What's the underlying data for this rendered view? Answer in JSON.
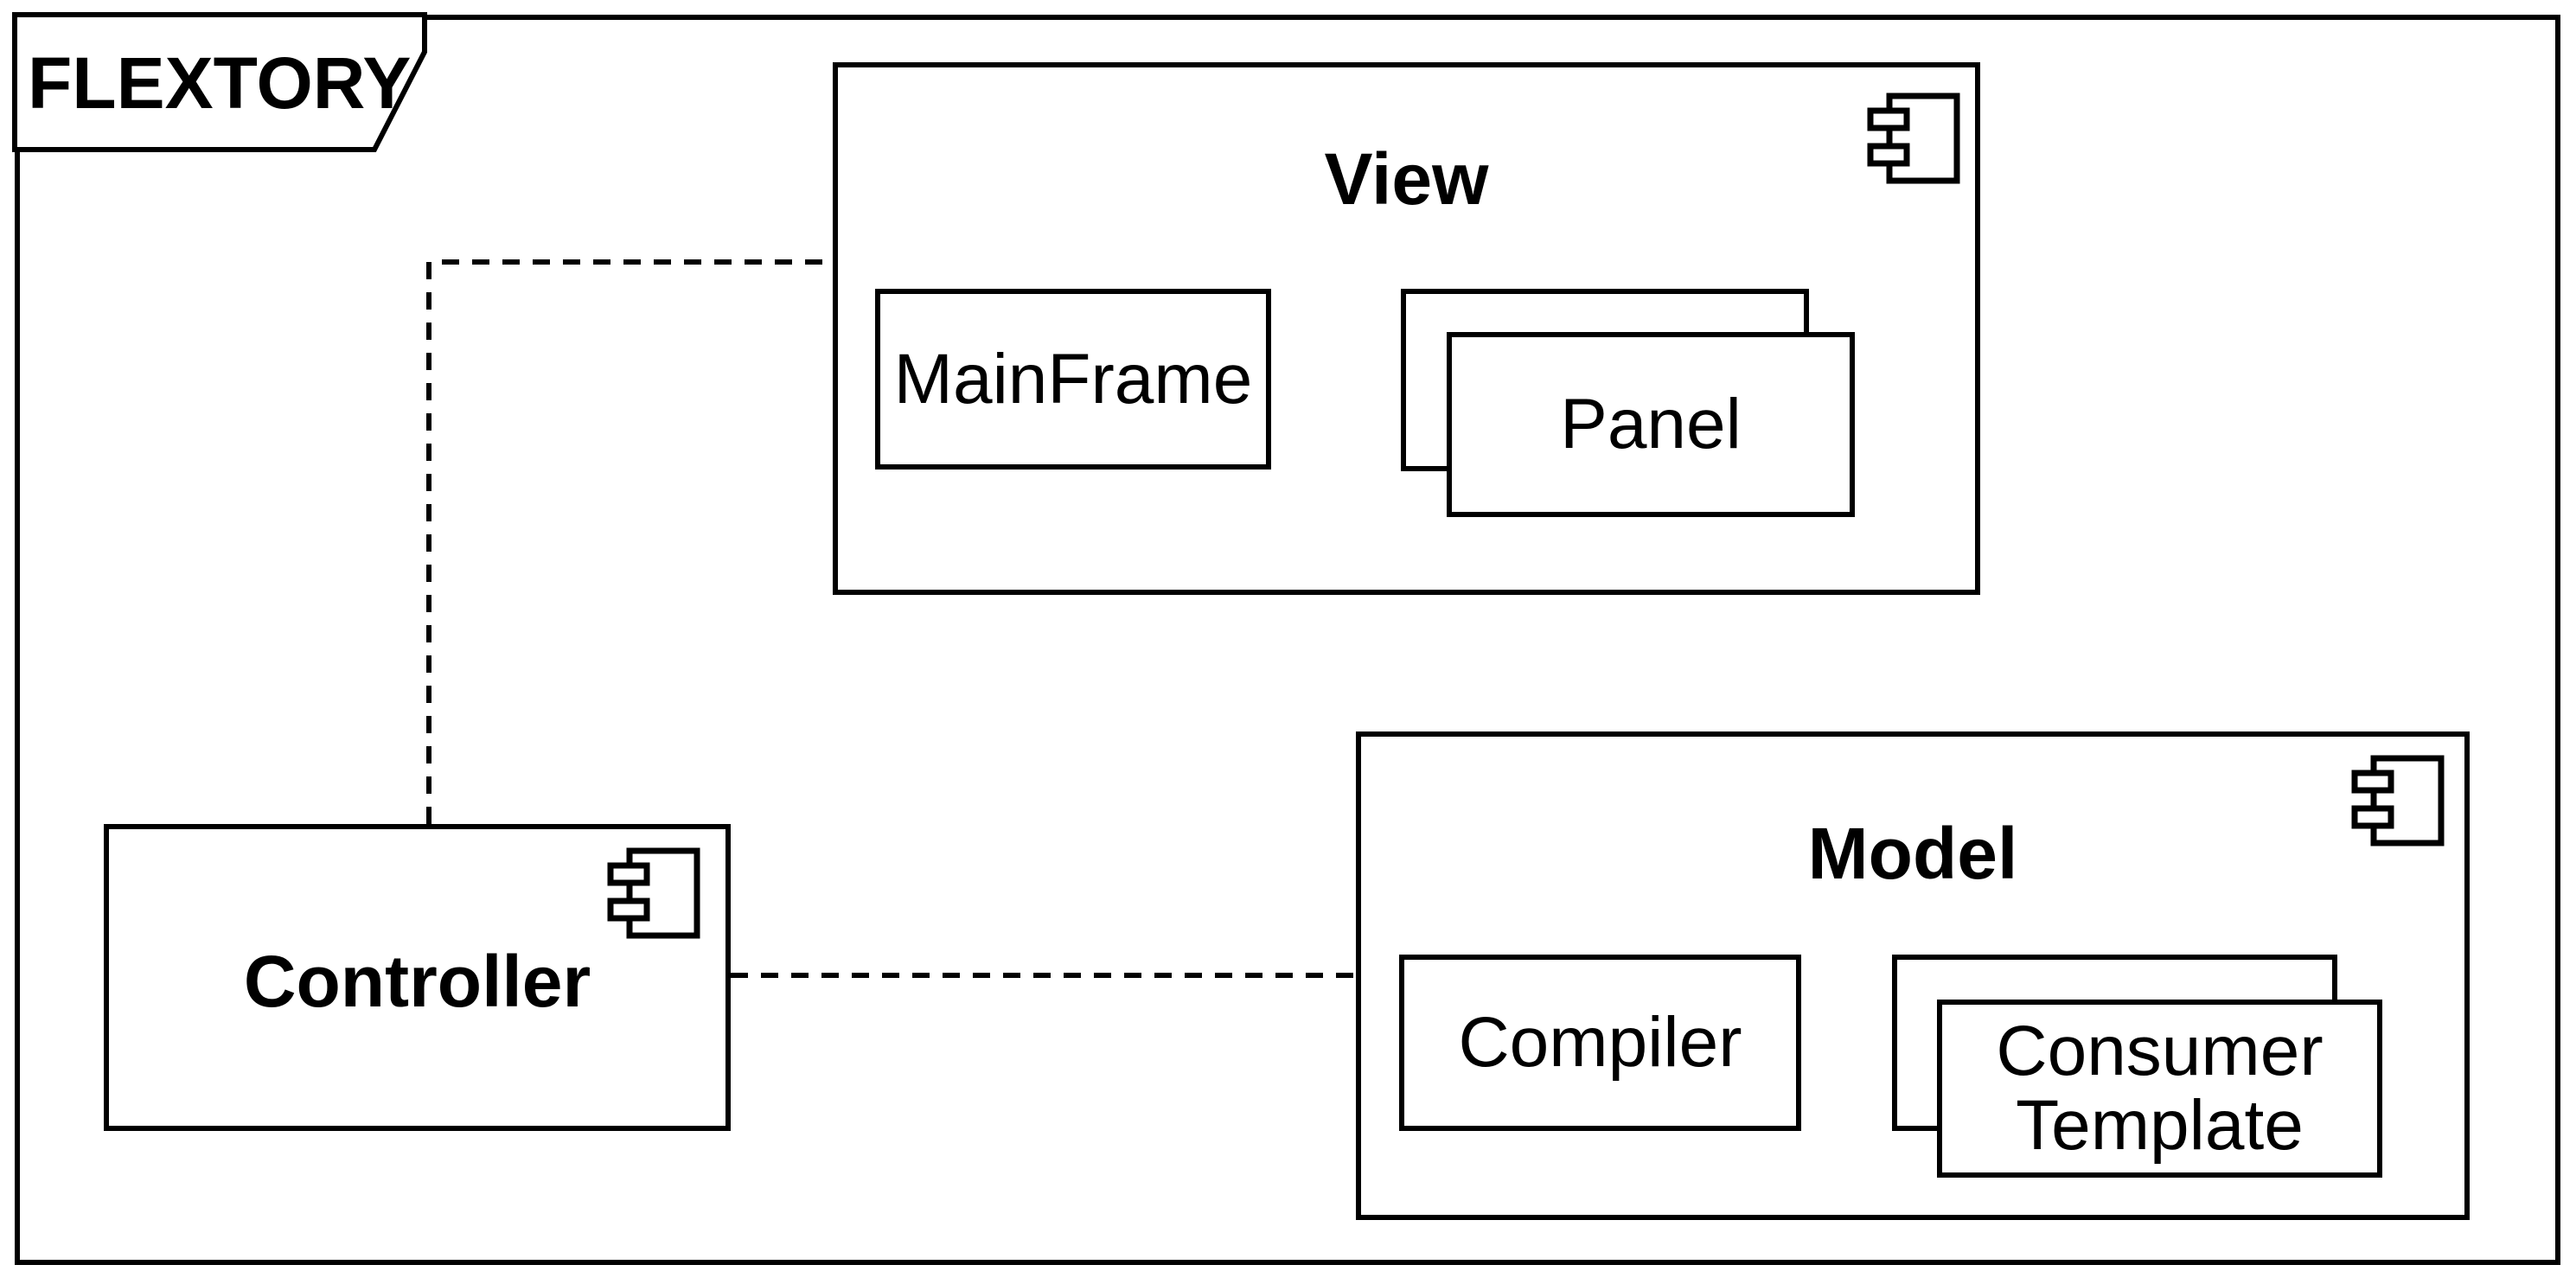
{
  "frame": {
    "label": "FLEXTORY"
  },
  "colors": {
    "stroke": "#000000",
    "background": "#ffffff"
  },
  "components": {
    "view": {
      "title": "View",
      "children": {
        "mainframe": {
          "label": "MainFrame"
        },
        "panel": {
          "label": "Panel",
          "stacked": true
        }
      }
    },
    "controller": {
      "title": "Controller"
    },
    "model": {
      "title": "Model",
      "children": {
        "compiler": {
          "label": "Compiler"
        },
        "consumer_template": {
          "label": "Consumer Template",
          "stacked": true
        }
      }
    }
  },
  "connectors": [
    {
      "from": "Controller",
      "to": "View",
      "style": "dashed"
    },
    {
      "from": "Controller",
      "to": "Model",
      "style": "dashed"
    }
  ]
}
